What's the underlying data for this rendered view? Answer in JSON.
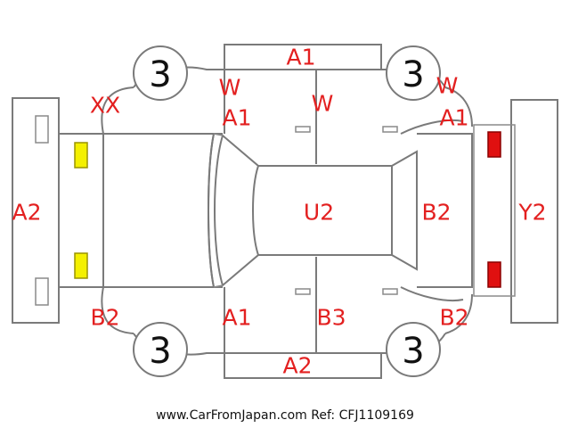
{
  "colors": {
    "damage_label": "#e32020",
    "outline": "#7a7a7a",
    "front_light": "#f4f000",
    "rear_light": "#e01010"
  },
  "wheels": {
    "front_left": "3",
    "rear_left": "3",
    "front_right": "3",
    "rear_right": "3"
  },
  "labels": {
    "top_panel": "A1",
    "top_left_xx": "XX",
    "top_front_door_w": "W",
    "top_front_door_a1": "A1",
    "top_rear_door_w": "W",
    "top_rear_w": "W",
    "top_rear_a1": "A1",
    "front_bumper": "A2",
    "roof": "U2",
    "rear_glass": "B2",
    "rear_bumper": "Y2",
    "bottom_front_corner": "B2",
    "bottom_front_door": "A1",
    "bottom_rear_door": "B3",
    "bottom_rear_corner": "B2",
    "bottom_panel": "A2"
  },
  "footer": {
    "text": "www.CarFromJapan.com Ref: CFJ1109169"
  }
}
